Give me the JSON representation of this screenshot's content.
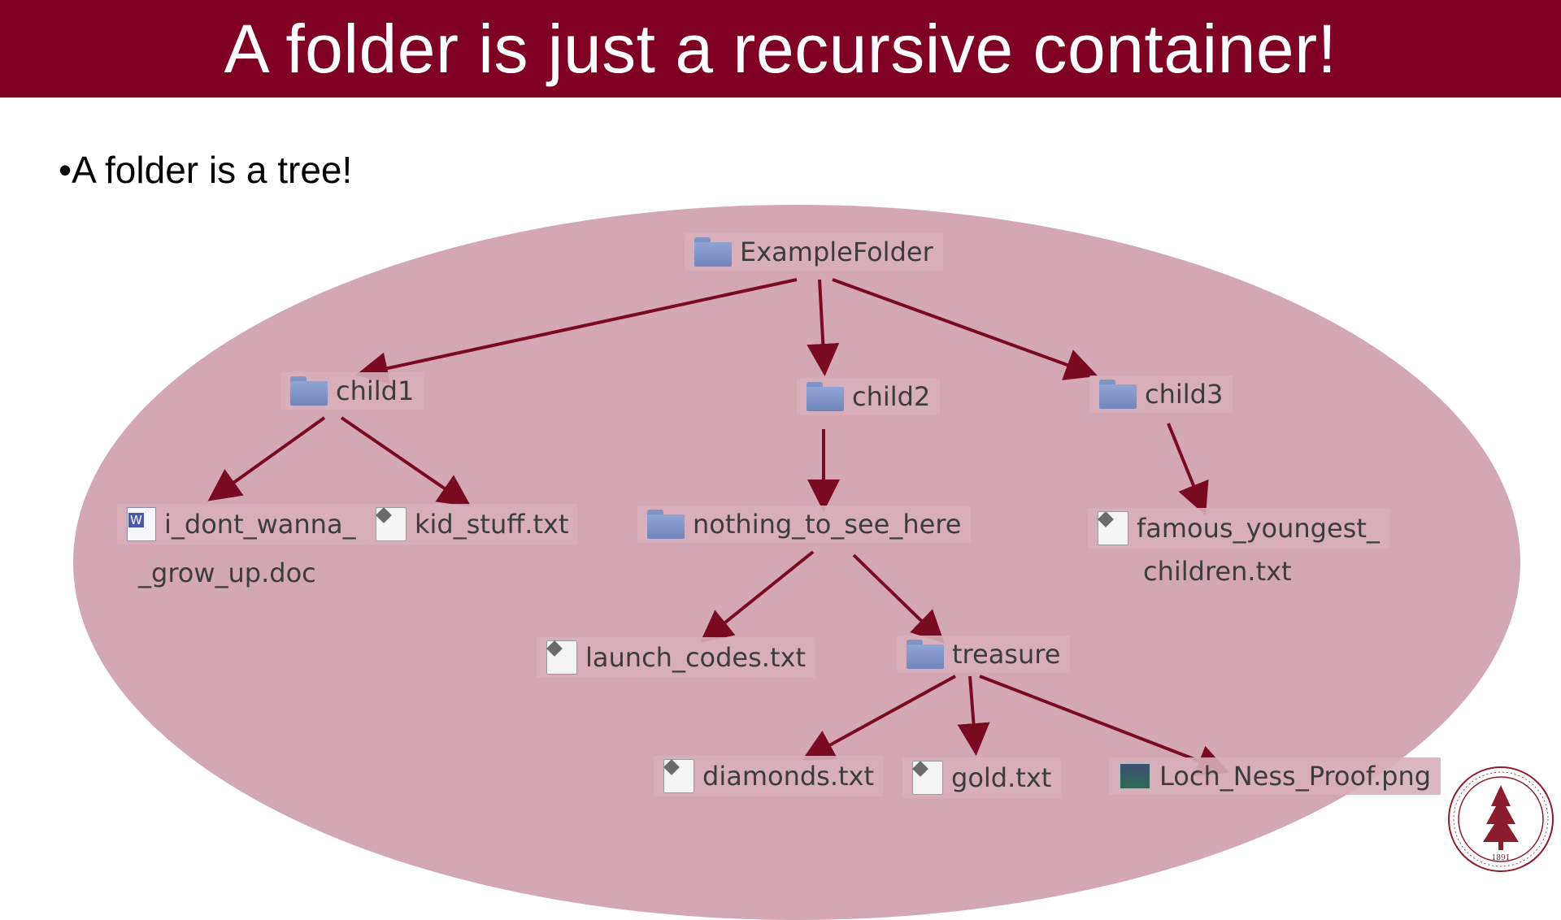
{
  "slide": {
    "title": "A folder is just a recursive container!",
    "bullet": "•A folder is a tree!"
  },
  "colors": {
    "title_bar": "#800024",
    "ellipse": "#d3a7b3",
    "arrow": "#7a0a22"
  },
  "tree": {
    "root": {
      "label": "ExampleFolder",
      "icon": "folder-icon"
    },
    "child1": {
      "label": "child1",
      "icon": "folder-icon"
    },
    "child2": {
      "label": "child2",
      "icon": "folder-icon"
    },
    "child3": {
      "label": "child3",
      "icon": "folder-icon"
    },
    "doc_line1": "i_dont_wanna_",
    "doc_line2": "_grow_up.doc",
    "kid_stuff": {
      "label": "kid_stuff.txt",
      "icon": "text-file-icon"
    },
    "nothing": {
      "label": "nothing_to_see_here",
      "icon": "folder-icon"
    },
    "famous_line1": "famous_youngest_",
    "famous_line2": "children.txt",
    "launch": {
      "label": "launch_codes.txt",
      "icon": "text-file-icon"
    },
    "treasure": {
      "label": "treasure",
      "icon": "folder-icon"
    },
    "diamonds": {
      "label": "diamonds.txt",
      "icon": "text-file-icon"
    },
    "gold": {
      "label": "gold.txt",
      "icon": "text-file-icon"
    },
    "loch": {
      "label": "Loch_Ness_Proof.png",
      "icon": "image-file-icon"
    }
  },
  "seal": {
    "year": "1891"
  }
}
